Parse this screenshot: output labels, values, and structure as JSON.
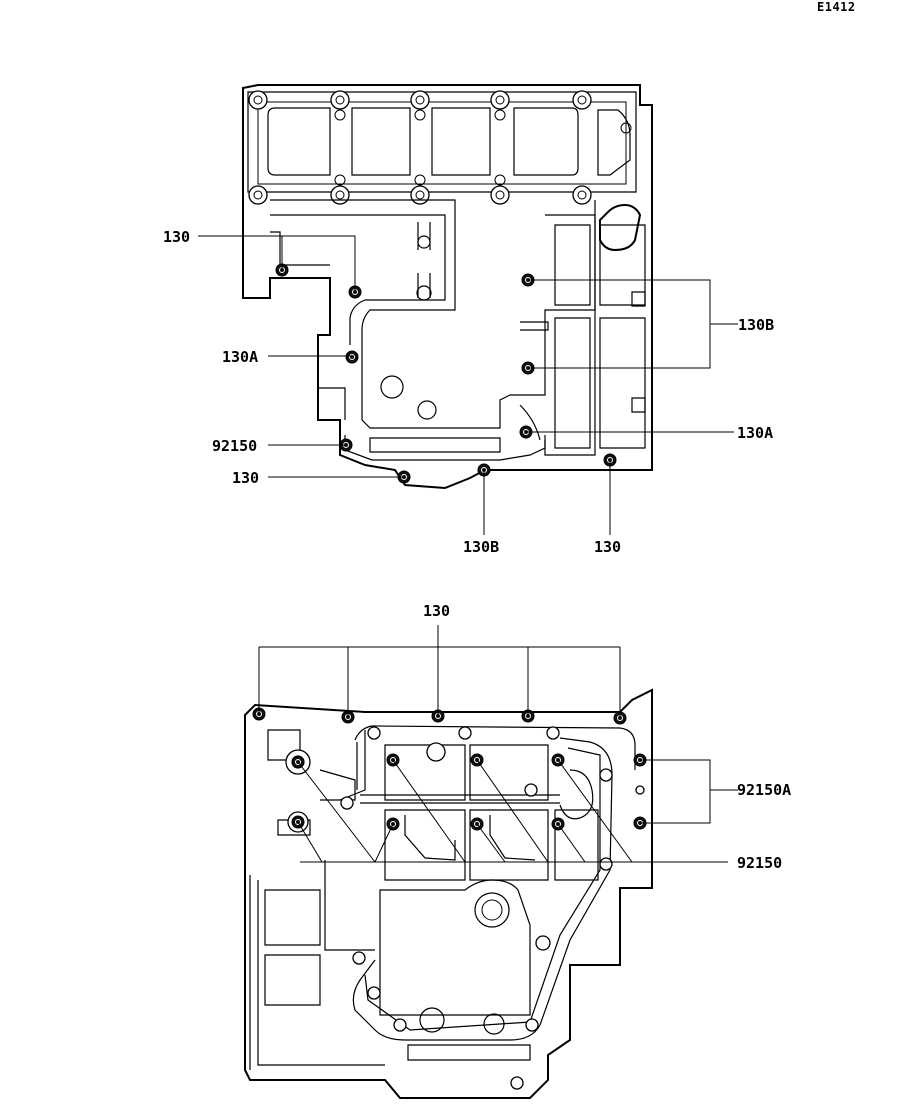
{
  "diagram_code": "E1412",
  "top_view": {
    "labels": {
      "l130_a": "130",
      "l130B_right": "130B",
      "l130A_left": "130A",
      "l92150": "92150",
      "l130A_right": "130A",
      "l130_b": "130",
      "l130B_bottom": "130B",
      "l130_c": "130"
    }
  },
  "bottom_view": {
    "labels": {
      "l130_top": "130",
      "l92150A": "92150A",
      "l92150": "92150"
    }
  }
}
